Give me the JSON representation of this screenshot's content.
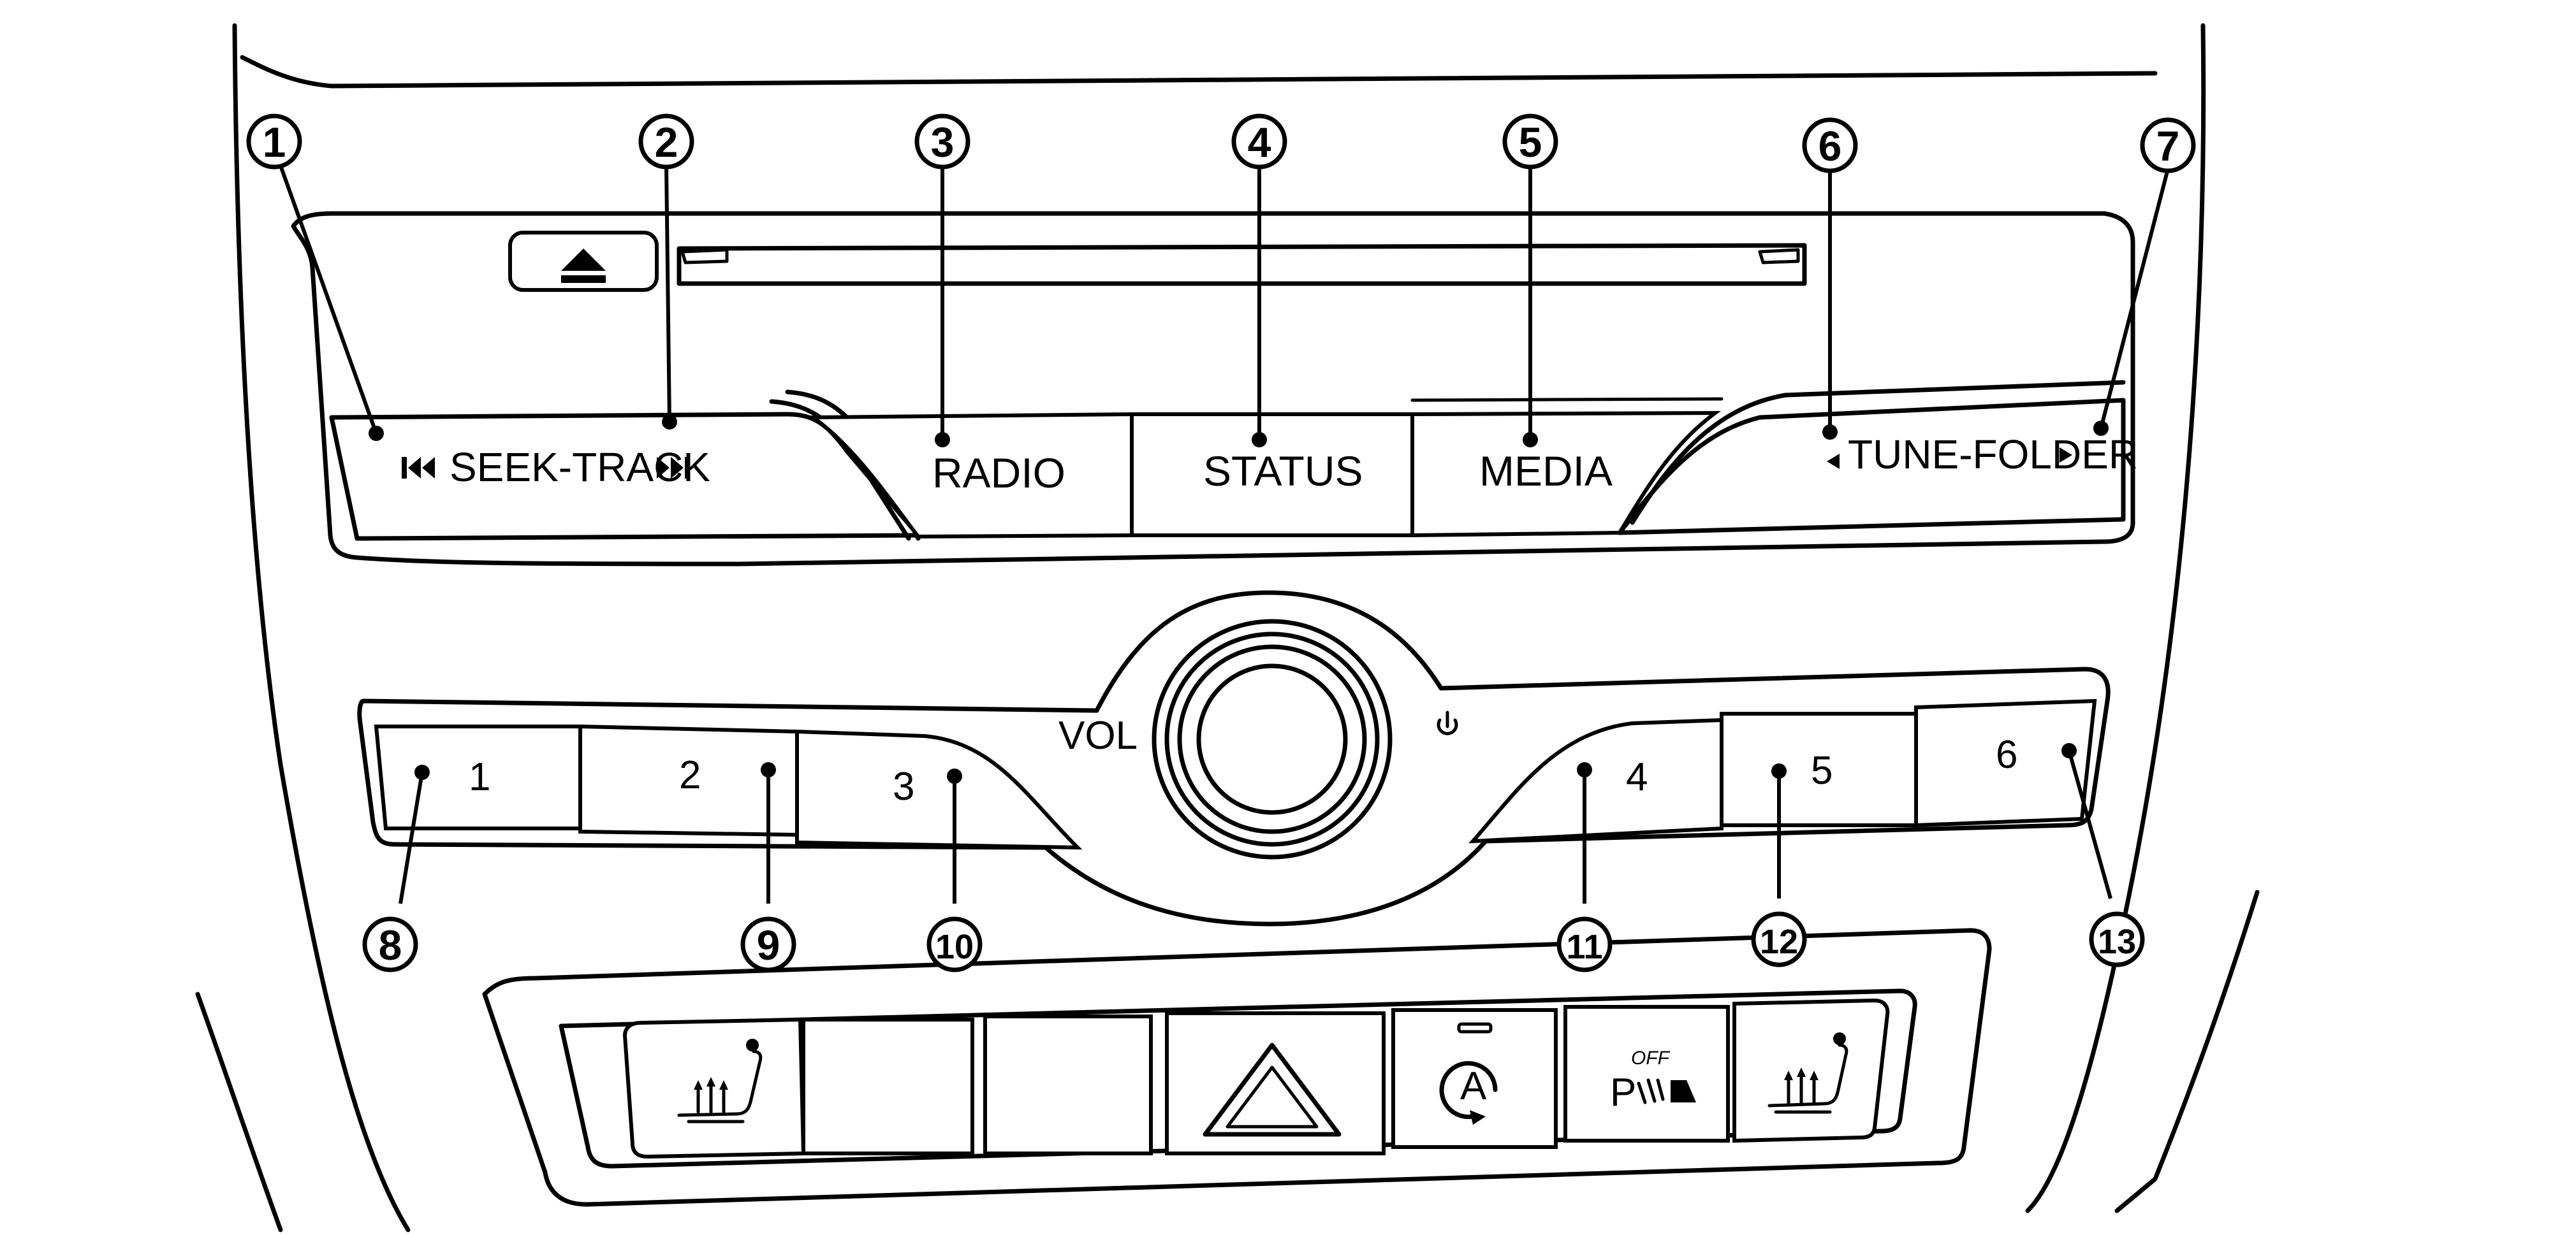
{
  "upper_panel": {
    "eject_icon": "eject-icon",
    "seek_track_label": "SEEK-TRACK",
    "radio_label": "RADIO",
    "status_label": "STATUS",
    "media_label": "MEDIA",
    "tune_folder_label": "TUNE-FOLDER"
  },
  "middle_panel": {
    "vol_label": "VOL",
    "power_icon": "power-icon",
    "presets": [
      "1",
      "2",
      "3",
      "4",
      "5",
      "6"
    ]
  },
  "lower_panel": {
    "switches": [
      "seat-heater-left-icon",
      "blank-switch",
      "blank-switch",
      "hazard-warning-icon",
      "auto-stop-icon",
      "parking-sensor-off-icon",
      "seat-heater-right-icon"
    ],
    "parking_off_label": "OFF",
    "auto_label": "A",
    "parking_label": "P"
  },
  "callouts": [
    "1",
    "2",
    "3",
    "4",
    "5",
    "6",
    "7",
    "8",
    "9",
    "10",
    "11",
    "12",
    "13"
  ]
}
